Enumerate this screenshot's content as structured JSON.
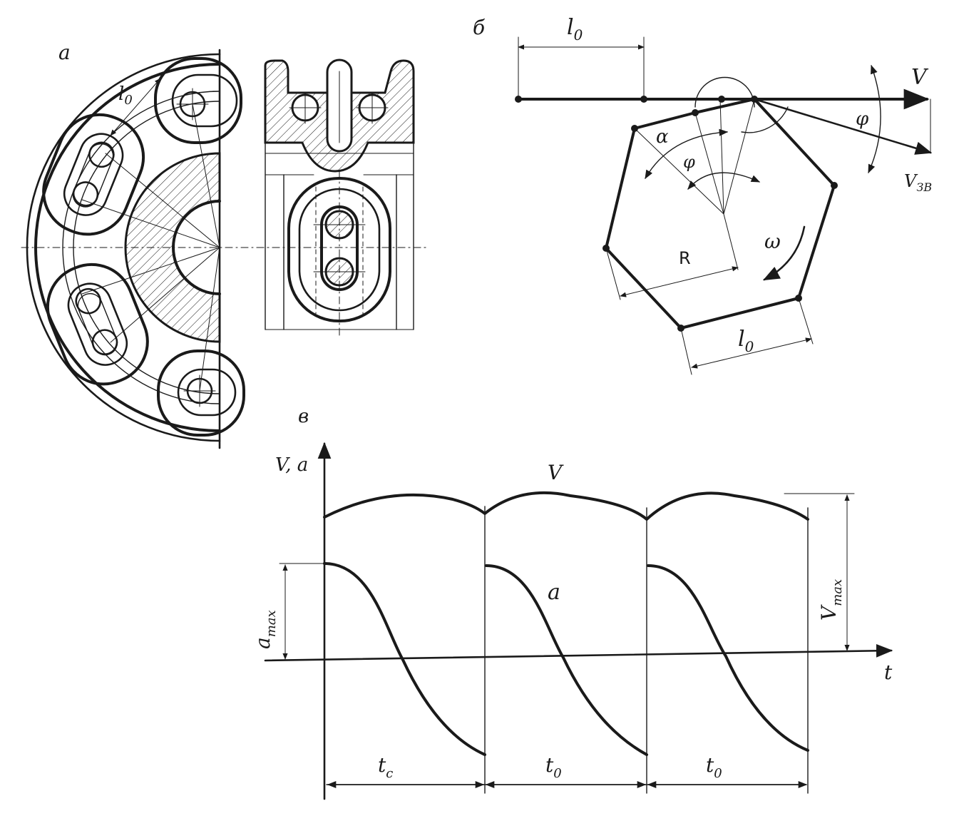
{
  "panels": {
    "a": {
      "label": "a",
      "pitch": "l",
      "pitch_sub": "0"
    },
    "b": {
      "label": "б",
      "pitch_top": "l",
      "pitch_top_sub": "0",
      "v": "V",
      "v_sprocket": "V",
      "v_sprocket_sub": "ЗВ",
      "phi": "φ",
      "alpha": "α",
      "radius": "R",
      "omega": "ω",
      "pitch_bottom": "l",
      "pitch_bottom_sub": "0"
    },
    "c": {
      "label": "в",
      "y_axis": "V, a",
      "x_axis": "t",
      "curve_v": "V",
      "curve_a": "a",
      "a_max": "a",
      "a_max_sub": "max",
      "v_max": "V",
      "v_max_sub": "max",
      "periods": [
        {
          "t": "t",
          "sub": "c"
        },
        {
          "t": "t",
          "sub": "0"
        },
        {
          "t": "t",
          "sub": "0"
        }
      ]
    }
  },
  "colors": {
    "ink": "#1a1a1a",
    "background": "#ffffff",
    "hatch": "#1a1a1a"
  }
}
